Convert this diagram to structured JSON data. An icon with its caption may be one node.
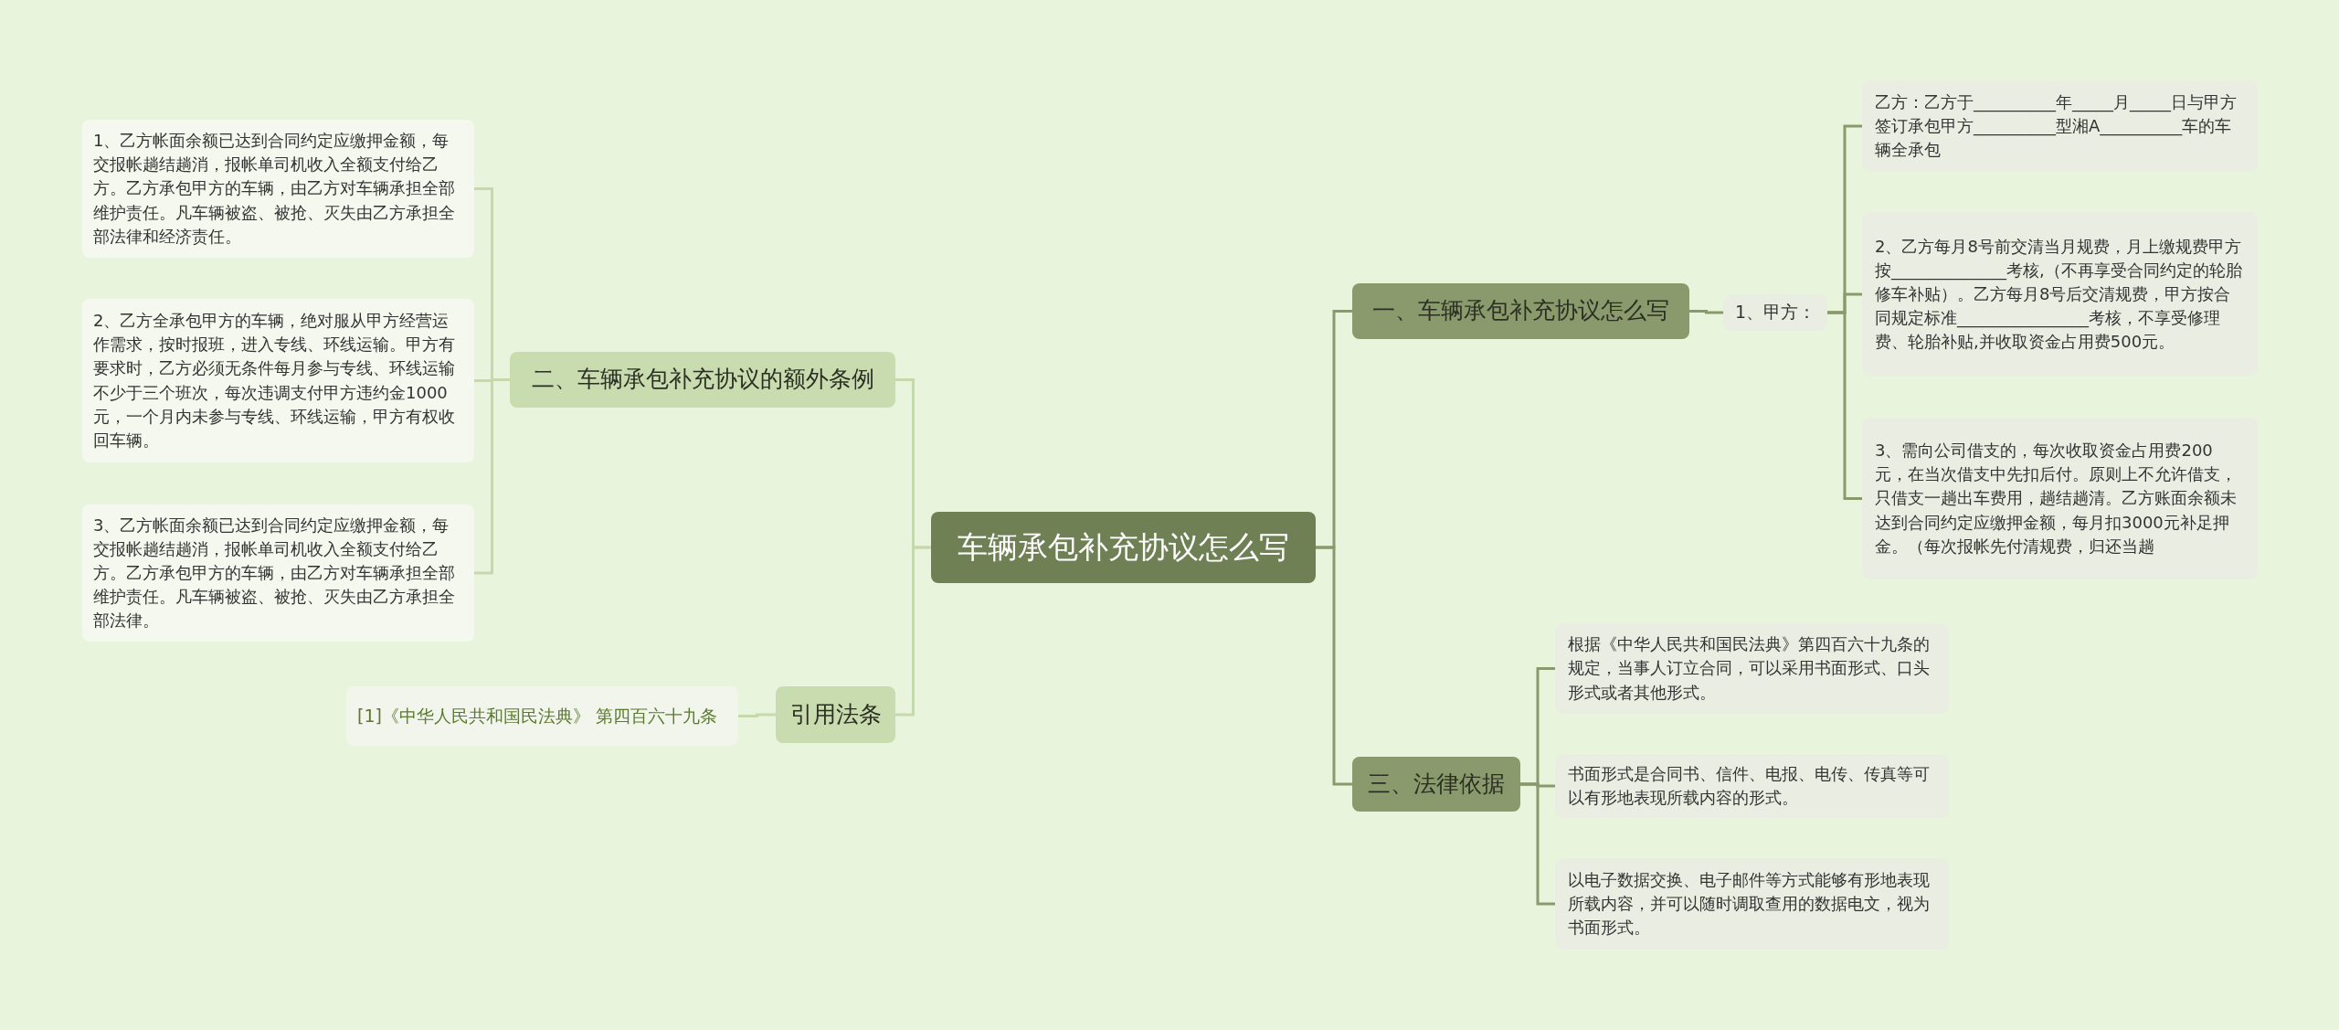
{
  "diagram": {
    "nodes": [
      {
        "text": [
          "车辆承包补充协议怎么写"
        ]
      },
      {
        "text": [
          "一、车辆承包补充协议怎么写"
        ]
      },
      {
        "text": [
          "1、甲方："
        ]
      },
      {
        "text": [
          "乙方：乙方于__________年_____月_____日与甲方签订承包甲方__________型湘A__________车的车辆全承包"
        ]
      },
      {
        "text": [
          "2、乙方每月8号前交清当月规费，月上缴规费甲方按______________考核,（不再享受合同约定的轮胎修车补贴）。乙方每月8号后交清规费，甲方按合同规定标准________________考核，不享受修理费、轮胎补贴,并收取资金占用费500元。"
        ]
      },
      {
        "text": [
          "3、需向公司借支的，每次收取资金占用费200元，在当次借支中先扣后付。原则上不允许借支，只借支一趟出车费用，趟结趟清。乙方账面余额未达到合同约定应缴押金额，每月扣3000元补足押金。（每次报帐先付清规费，归还当趟"
        ]
      },
      {
        "text": [
          "三、法律依据"
        ]
      },
      {
        "text": [
          "根据《中华人民共和国民法典》第四百六十九条的规定，当事人订立合同，可以采用书面形式、口头形式或者其他形式。"
        ]
      },
      {
        "text": [
          "书面形式是合同书、信件、电报、电传、传真等可以有形地表现所载内容的形式。"
        ]
      },
      {
        "text": [
          "以电子数据交换、电子邮件等方式能够有形地表现所载内容，并可以随时调取查用的数据电文，视为书面形式。"
        ]
      },
      {
        "text": [
          "二、车辆承包补充协议的额外条例"
        ]
      },
      {
        "text": [
          "1、乙方帐面余额已达到合同约定应缴押金额，每交报帐趟结趟消，报帐单司机收入全额支付给乙方。乙方承包甲方的车辆，由乙方对车辆承担全部维护责任。凡车辆被盗、被抢、灭失由乙方承担全部法律和经济责任。"
        ]
      },
      {
        "text": [
          "2、乙方全承包甲方的车辆，绝对服从甲方经营运作需求，按时报班，进入专线、环线运输。甲方有要求时，乙方必须无条件每月参与专线、环线运输不少于三个班次，每次违调支付甲方违约金1000元，一个月内未参与专线、环线运输，甲方有权收回车辆。"
        ]
      },
      {
        "text": [
          "3、乙方帐面余额已达到合同约定应缴押金额，每交报帐趟结趟消，报帐单司机收入全额支付给乙方。乙方承包甲方的车辆，由乙方对车辆承担全部维护责任。凡车辆被盗、被抢、灭失由乙方承担全部法律。"
        ]
      },
      {
        "text": [
          "引用法条"
        ]
      },
      {
        "text": [
          "[1]《中华人民共和国民法典》 第四百六十九条"
        ]
      }
    ],
    "edges": [
      {
        "from": 0,
        "to": 1,
        "arrow": "none"
      },
      {
        "from": 1,
        "to": 2,
        "arrow": "none"
      },
      {
        "from": 2,
        "to": 3,
        "arrow": "none"
      },
      {
        "from": 2,
        "to": 4,
        "arrow": "none"
      },
      {
        "from": 2,
        "to": 5,
        "arrow": "none"
      },
      {
        "from": 0,
        "to": 6,
        "arrow": "none"
      },
      {
        "from": 6,
        "to": 7,
        "arrow": "none"
      },
      {
        "from": 6,
        "to": 8,
        "arrow": "none"
      },
      {
        "from": 6,
        "to": 9,
        "arrow": "none"
      },
      {
        "from": 0,
        "to": 10,
        "arrow": "none",
        "color": "#c5d9ad"
      },
      {
        "from": 10,
        "to": 11,
        "arrow": "none",
        "color": "#c5d9ad"
      },
      {
        "from": 10,
        "to": 12,
        "arrow": "none",
        "color": "#c5d9ad"
      },
      {
        "from": 10,
        "to": 13,
        "arrow": "none",
        "color": "#c5d9ad"
      },
      {
        "from": 0,
        "to": 14,
        "arrow": "none",
        "color": "#c5d9ad"
      },
      {
        "from": 14,
        "to": 15,
        "arrow": "none",
        "color": "#c5d9ad"
      }
    ]
  }
}
